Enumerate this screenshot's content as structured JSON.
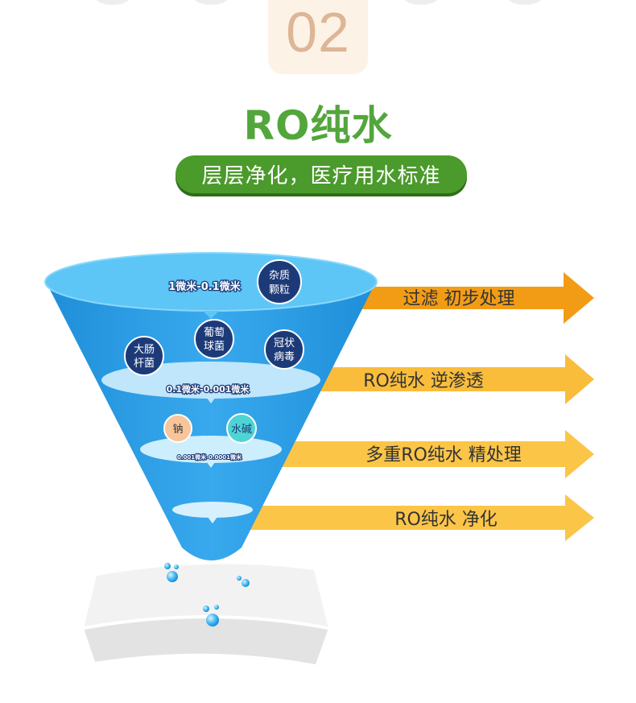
{
  "step": {
    "number": "02"
  },
  "header": {
    "title": "RO纯水",
    "subtitle": "层层净化，医疗用水标准"
  },
  "funnel": {
    "ranges": [
      "1微米-0.1微米",
      "0.1微米-0.001微米",
      "0.001微米-0.0001微米"
    ],
    "particles": [
      {
        "lines": [
          "杂质",
          "颗粒"
        ]
      },
      {
        "lines": [
          "葡萄",
          "球菌"
        ]
      },
      {
        "lines": [
          "大肠",
          "杆菌"
        ]
      },
      {
        "lines": [
          "冠状",
          "病毒"
        ]
      },
      {
        "lines": [
          "钠"
        ]
      },
      {
        "lines": [
          "水碱"
        ]
      }
    ]
  },
  "stages": [
    {
      "label": "过滤  初步处理",
      "color": "#f29c16"
    },
    {
      "label": "RO纯水  逆渗透",
      "color": "#f9bd3b"
    },
    {
      "label": "多重RO纯水  精处理",
      "color": "#fbc548"
    },
    {
      "label": "RO纯水  净化",
      "color": "#fbc548"
    }
  ],
  "colors": {
    "title_green": "#53a63c",
    "pill_green": "#4b9a2c",
    "funnel_blue": "#1b95e3",
    "disc_light": "#bfe6fb",
    "bubble_navy": "#1d3a78"
  }
}
